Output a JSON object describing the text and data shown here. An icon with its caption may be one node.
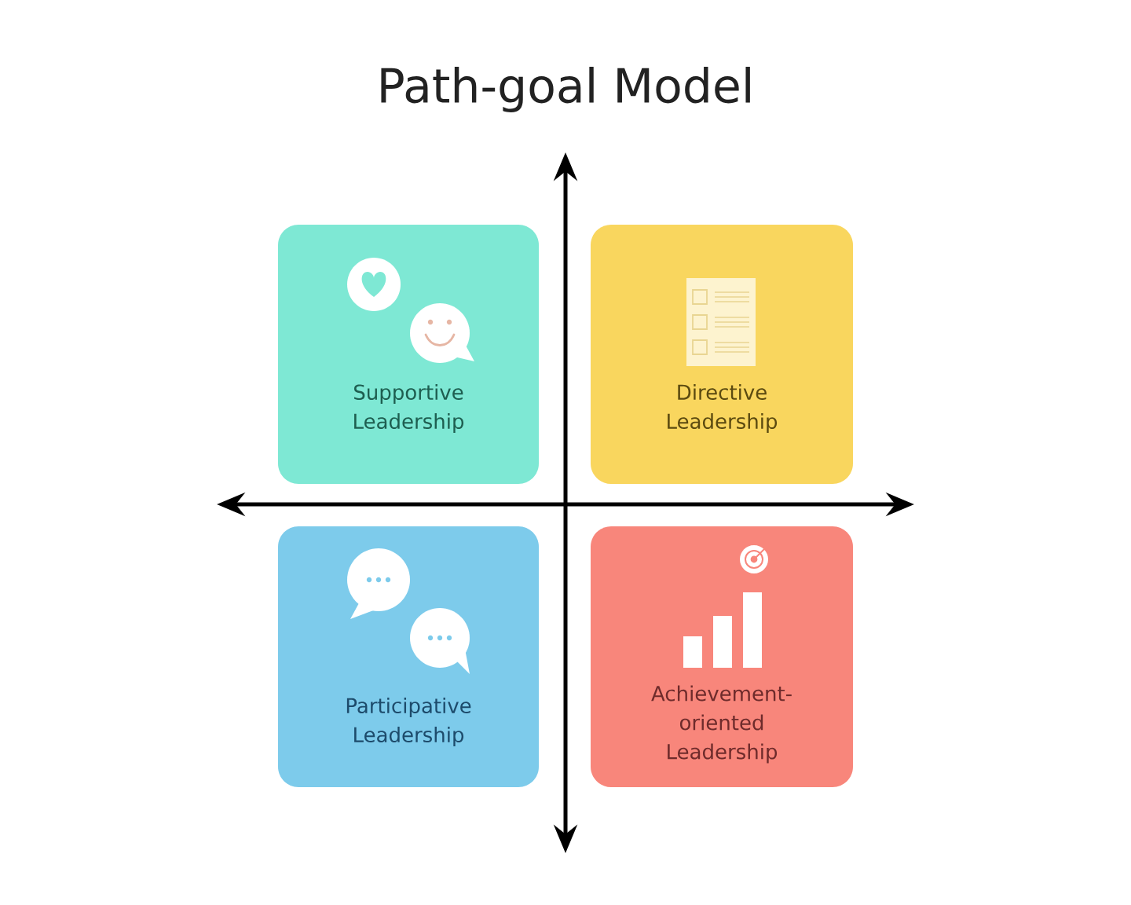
{
  "diagram": {
    "title": "Path-goal Model",
    "nodes": [
      {
        "text": [
          "Supportive Leadership"
        ]
      },
      {
        "text": [
          "Directive Leadership"
        ]
      },
      {
        "text": [
          "Participative Leadership"
        ]
      },
      {
        "text": [
          "Achievement-oriented Leadership"
        ]
      }
    ]
  }
}
